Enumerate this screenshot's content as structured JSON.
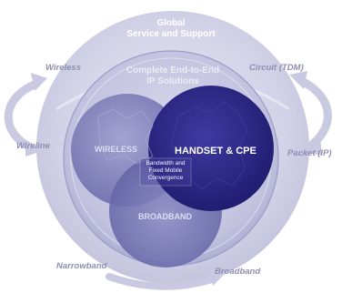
{
  "outer": {
    "title_line1": "Global",
    "title_line2": "Service and Support"
  },
  "ring": {
    "title_line1": "Complete End-to-End",
    "title_line2": "IP Solutions"
  },
  "edge_labels": {
    "wireless": "Wireless",
    "wireline": "Wireline",
    "circuit": "Circuit (TDM)",
    "packet": "Packet (IP)",
    "narrowband": "Narrowband",
    "broadband": "Broadband"
  },
  "circles": {
    "wireless": "WIRELESS",
    "handset": "HANDSET & CPE",
    "broadband": "BROADBAND"
  },
  "center": {
    "line1": "Bandwidth and",
    "line2": "Fixed Mobile",
    "line3": "Convergence"
  },
  "colors": {
    "outer_globe": "#d6d6ea",
    "ring": "#b8b8d8",
    "wireless_circle": "#8080bc",
    "broadband_circle": "#7676b2",
    "handset_circle": "#2e2a88",
    "arrow": "#c9c9e2",
    "label": "#8f8fb4"
  }
}
